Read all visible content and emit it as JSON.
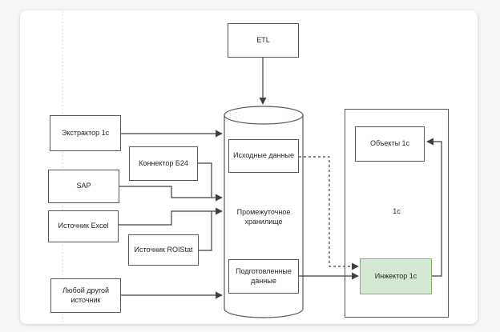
{
  "diagram": {
    "title": "ETL data flow diagram (1C integration)",
    "nodes": {
      "etl": {
        "label": "ETL"
      },
      "extractor_1c": {
        "label": "Экстрактор 1с"
      },
      "connector_b24": {
        "label": "Коннектор Б24"
      },
      "sap": {
        "label": "SAP"
      },
      "source_excel": {
        "label": "Источник Excel"
      },
      "source_roistat": {
        "label": "Источник ROIStat"
      },
      "any_other_source": {
        "label": "Любой другой источник"
      },
      "source_data": {
        "label": "Исходные данные"
      },
      "staging_storage": {
        "label": "Промежуточное хранилище"
      },
      "prepared_data": {
        "label": "Подготовленные данные"
      },
      "container_1c": {
        "label": "1с"
      },
      "objects_1c": {
        "label": "Объекты 1с"
      },
      "injector_1c": {
        "label": "Инжектор 1с"
      }
    },
    "edges": [
      {
        "from": "ETL",
        "to": "Промежуточное хранилище",
        "style": "solid-arrow"
      },
      {
        "from": "Экстрактор 1с",
        "to": "Промежуточное хранилище",
        "style": "solid-arrow"
      },
      {
        "from": "Коннектор Б24",
        "to": "Промежуточное хранилище",
        "style": "solid-arrow"
      },
      {
        "from": "SAP",
        "to": "Промежуточное хранилище",
        "style": "solid-arrow"
      },
      {
        "from": "Источник Excel",
        "to": "Промежуточное хранилище",
        "style": "solid-arrow"
      },
      {
        "from": "Источник ROIStat",
        "to": "Промежуточное хранилище",
        "style": "solid-arrow"
      },
      {
        "from": "Любой другой источник",
        "to": "Промежуточное хранилище",
        "style": "solid-arrow"
      },
      {
        "from": "Исходные данные",
        "to": "Инжектор 1с",
        "style": "dashed-arrow"
      },
      {
        "from": "Подготовленные данные",
        "to": "Инжектор 1с",
        "style": "solid-arrow"
      },
      {
        "from": "Инжектор 1с",
        "to": "Объекты 1с",
        "style": "solid-arrow"
      }
    ],
    "colors": {
      "node_border": "#595959",
      "connector": "#404040",
      "highlight_fill": "#d5e8d4",
      "highlight_border": "#82b366",
      "guide_line": "#d2d2d2",
      "text": "#262626",
      "canvas": "#ffffff"
    }
  }
}
